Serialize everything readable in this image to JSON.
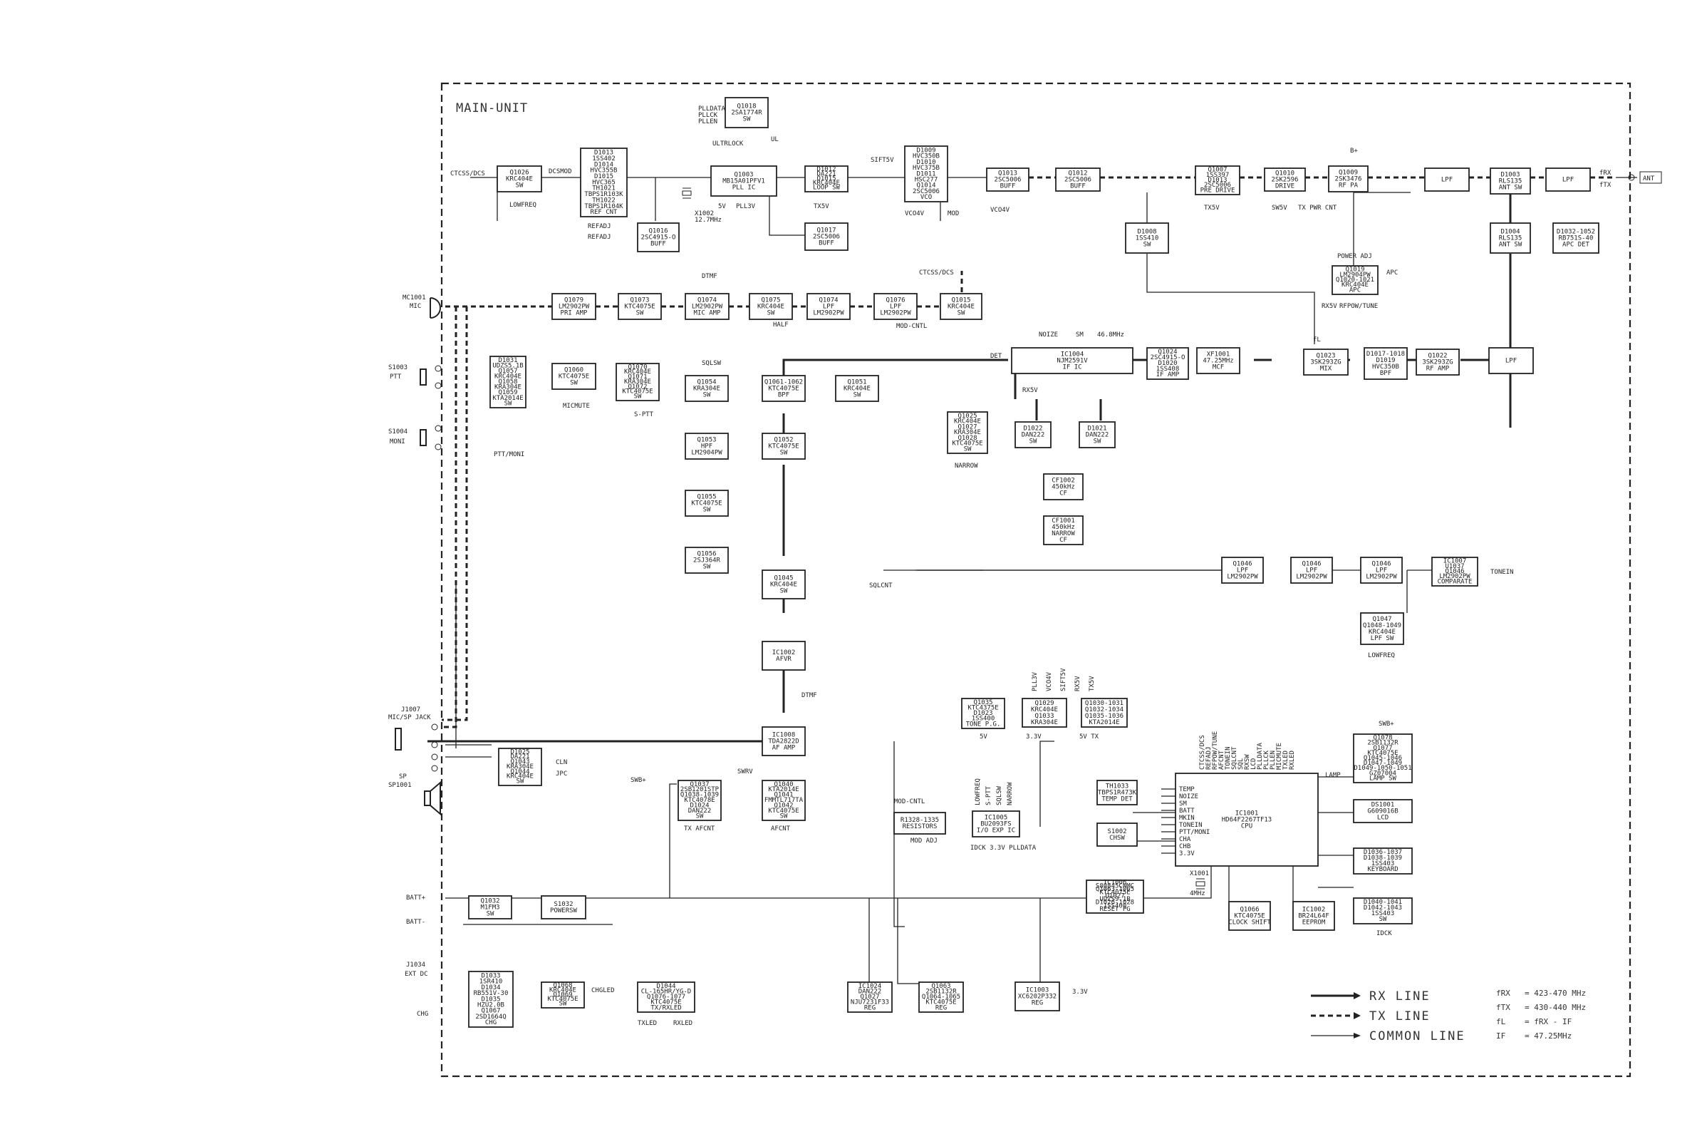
{
  "title": "MAIN-UNIT",
  "blocks": [
    {
      "id": "q1026",
      "lines": [
        "Q1026",
        "KRC404E",
        "SW"
      ]
    },
    {
      "id": "d1013",
      "lines": [
        "D1013",
        "1SS402",
        "D1014",
        "HVC355B",
        "D1015",
        "HVC365",
        "TH1021",
        "TBPS1R103K",
        "TH1022",
        "TBPS1R104K",
        "REF CNT"
      ]
    },
    {
      "id": "q1018",
      "lines": [
        "Q1018",
        "2SA1774R",
        "SW"
      ]
    },
    {
      "id": "q1003",
      "lines": [
        "Q1003",
        "MB15A01PFV1",
        "PLL IC"
      ]
    },
    {
      "id": "d1012",
      "lines": [
        "D1012",
        "DA221",
        "Q1015",
        "KRC404E",
        "LOOP SW"
      ]
    },
    {
      "id": "d1009",
      "lines": [
        "D1009",
        "HVC350B",
        "D1010",
        "HVC375B",
        "D1011",
        "HSC277",
        "Q1014",
        "2SC5006",
        "VCO"
      ]
    },
    {
      "id": "q1013",
      "lines": [
        "Q1013",
        "2SC5006",
        "BUFF"
      ]
    },
    {
      "id": "q1012",
      "lines": [
        "Q1012",
        "2SC5006",
        "BUFF"
      ]
    },
    {
      "id": "q1007",
      "lines": [
        "Q1007",
        "1SS397",
        "D1013",
        "2SC5006",
        "PRE DRIVE"
      ]
    },
    {
      "id": "q1010",
      "lines": [
        "Q1010",
        "2SK2596",
        "DRIVE"
      ]
    },
    {
      "id": "q1009",
      "lines": [
        "Q1009",
        "2SK3476",
        "RF PA"
      ]
    },
    {
      "id": "lpf_tx",
      "lines": [
        "LPF"
      ]
    },
    {
      "id": "d1003",
      "lines": [
        "D1003",
        "RLS135",
        "ANT SW"
      ]
    },
    {
      "id": "lpf_ant",
      "lines": [
        "LPF"
      ]
    },
    {
      "id": "q1016",
      "lines": [
        "Q1016",
        "2SC4915-O",
        "BUFF"
      ]
    },
    {
      "id": "q1017",
      "lines": [
        "Q1017",
        "2SC5006",
        "BUFF"
      ]
    },
    {
      "id": "d1008",
      "lines": [
        "D1008",
        "1SS410",
        "SW"
      ]
    },
    {
      "id": "d1004",
      "lines": [
        "D1004",
        "RLS135",
        "ANT SW"
      ]
    },
    {
      "id": "d1032",
      "lines": [
        "D1032-1052",
        "RB751S-40",
        "APC DET"
      ]
    },
    {
      "id": "q1019",
      "lines": [
        "Q1019",
        "LM2904PW",
        "Q1020-1021",
        "KRC404E",
        "APC"
      ]
    },
    {
      "id": "q1079",
      "lines": [
        "Q1079",
        "LM2902PW",
        "PRI AMP"
      ]
    },
    {
      "id": "q1073",
      "lines": [
        "Q1073",
        "KTC4075E",
        "SW"
      ]
    },
    {
      "id": "q1074a",
      "lines": [
        "Q1074",
        "LM2902PW",
        "MIC AMP"
      ]
    },
    {
      "id": "q1075",
      "lines": [
        "Q1075",
        "KRC404E",
        "SW"
      ]
    },
    {
      "id": "q1074b",
      "lines": [
        "Q1074",
        "LPF",
        "LM2902PW"
      ]
    },
    {
      "id": "q1076",
      "lines": [
        "Q1076",
        "LPF",
        "LM2902PW"
      ]
    },
    {
      "id": "q1015",
      "lines": [
        "Q1015",
        "KRC404E",
        "SW"
      ]
    },
    {
      "id": "d1031",
      "lines": [
        "D1031",
        "UDZS5.1B",
        "Q1057",
        "KRC404E",
        "Q1058",
        "KRA304E",
        "Q1059",
        "KTA2014E",
        "SW"
      ]
    },
    {
      "id": "q1060",
      "lines": [
        "Q1060",
        "KTC4075E",
        "SW"
      ]
    },
    {
      "id": "q1070",
      "lines": [
        "Q1070",
        "KRC404E",
        "Q1071",
        "KRA304E",
        "Q1072",
        "KTC4075E",
        "SW"
      ]
    },
    {
      "id": "q1054",
      "lines": [
        "Q1054",
        "KRA304E",
        "SW"
      ]
    },
    {
      "id": "q1061",
      "lines": [
        "Q1061-1062",
        "KTC4075E",
        "BPF"
      ]
    },
    {
      "id": "q1051",
      "lines": [
        "Q1051",
        "KRC404E",
        "SW"
      ]
    },
    {
      "id": "q1053",
      "lines": [
        "Q1053",
        "HPF",
        "LM2904PW"
      ]
    },
    {
      "id": "q1052",
      "lines": [
        "Q1052",
        "KTC4075E",
        "SW"
      ]
    },
    {
      "id": "q1055",
      "lines": [
        "Q1055",
        "KTC4075E",
        "SW"
      ]
    },
    {
      "id": "q1056",
      "lines": [
        "Q1056",
        "2SJ364R",
        "SW"
      ]
    },
    {
      "id": "q1045",
      "lines": [
        "Q1045",
        "KRC404E",
        "SW"
      ]
    },
    {
      "id": "ic1002",
      "lines": [
        "IC1002",
        "AFVR"
      ]
    },
    {
      "id": "ic1008",
      "lines": [
        "IC1008",
        "TDA2822D",
        "AF AMP"
      ]
    },
    {
      "id": "d1025",
      "lines": [
        "D1025",
        "DA221",
        "Q1043",
        "KRA304E",
        "Q1044",
        "KRC404E",
        "SW"
      ]
    },
    {
      "id": "q1037",
      "lines": [
        "Q1037",
        "2SB1201STP",
        "Q1038-1039",
        "KTC4078E",
        "D1024",
        "DAN222",
        "SW"
      ]
    },
    {
      "id": "q1040",
      "lines": [
        "Q1040",
        "KTA2014E",
        "Q1041",
        "FMMTL717TA",
        "Q1042",
        "KTC4075E",
        "SW"
      ]
    },
    {
      "id": "ic1004",
      "lines": [
        "IC1004",
        "NJM2591V",
        "IF IC"
      ]
    },
    {
      "id": "q1024",
      "lines": [
        "Q1024",
        "2SC4915-O",
        "D1020",
        "1SS408",
        "IF AMP"
      ]
    },
    {
      "id": "xf1001",
      "lines": [
        "XF1001",
        "47.25MHz",
        "MCF"
      ]
    },
    {
      "id": "q1023",
      "lines": [
        "Q1023",
        "3SK293ZG",
        "MIX"
      ]
    },
    {
      "id": "d1017",
      "lines": [
        "D1017-1018",
        "D1019",
        "HVC350B",
        "BPF"
      ]
    },
    {
      "id": "q1022",
      "lines": [
        "Q1022",
        "3SK293ZG",
        "RF AMP"
      ]
    },
    {
      "id": "lpf_rx",
      "lines": [
        "LPF"
      ]
    },
    {
      "id": "q1025",
      "lines": [
        "Q1025",
        "KRC404E",
        "Q1027",
        "KRA304E",
        "Q1028",
        "KTC4075E",
        "SW"
      ]
    },
    {
      "id": "d1022",
      "lines": [
        "D1022",
        "DAN222",
        "SW"
      ]
    },
    {
      "id": "d1021",
      "lines": [
        "D1021",
        "DAN222",
        "SW"
      ]
    },
    {
      "id": "cf1002",
      "lines": [
        "CF1002",
        "450kHz",
        "CF"
      ]
    },
    {
      "id": "cf1001",
      "lines": [
        "CF1001",
        "450kHz",
        "NARROW",
        "CF"
      ]
    },
    {
      "id": "q1046a",
      "lines": [
        "Q1046",
        "LPF",
        "LM2902PW"
      ]
    },
    {
      "id": "q1046b",
      "lines": [
        "Q1046",
        "LPF",
        "LM2902PW"
      ]
    },
    {
      "id": "q1046c",
      "lines": [
        "Q1046",
        "LPF",
        "LM2902PW"
      ]
    },
    {
      "id": "ic1007",
      "lines": [
        "IC1007",
        "U1037",
        "Q1046",
        "LM2902PW",
        "COMPARATE"
      ]
    },
    {
      "id": "q1047",
      "lines": [
        "Q1047",
        "Q1048-1049",
        "KRC404E",
        "LPF SW"
      ]
    },
    {
      "id": "q1035",
      "lines": [
        "Q1035",
        "KTC4375E",
        "D1023",
        "1SS400",
        "TONE P.G."
      ]
    },
    {
      "id": "q1029",
      "lines": [
        "Q1029",
        "KRC404E",
        "Q1033",
        "KRA304E"
      ]
    },
    {
      "id": "q1030",
      "lines": [
        "Q1030-1031",
        "Q1032-1034",
        "Q1035-1036",
        "KTA2014E"
      ]
    },
    {
      "id": "r1328",
      "lines": [
        "R1328-1335",
        "RESISTORS"
      ]
    },
    {
      "id": "ic1005",
      "lines": [
        "IC1005",
        "BU2093FS",
        "I/O EXP IC"
      ]
    },
    {
      "id": "th1033",
      "lines": [
        "TH1033",
        "TBPS1R473K",
        "TEMP DET"
      ]
    },
    {
      "id": "s1002",
      "lines": [
        "S1002",
        "CHSW"
      ]
    },
    {
      "id": "ic1001",
      "lines": [
        "IC1001",
        "HD64F2267TF13",
        "CPU"
      ]
    },
    {
      "id": "q1078",
      "lines": [
        "Q1078",
        "2SB1132R",
        "Q1077",
        "KTC4075E",
        "Q1045-1046",
        "D1047-1049",
        "D1049-1050-1051",
        "GZ07004",
        "LAMP SW"
      ]
    },
    {
      "id": "ds1001",
      "lines": [
        "DS1001",
        "G609016B",
        "LCD"
      ]
    },
    {
      "id": "d1036",
      "lines": [
        "D1036-1037",
        "D1038-1039",
        "1SS403",
        "KEYBOARD"
      ]
    },
    {
      "id": "d1040",
      "lines": [
        "D1040-1041",
        "D1042-1043",
        "1SS403",
        "SW"
      ]
    },
    {
      "id": "ic1006",
      "lines": [
        "IC1006",
        "S80845CNMC",
        "Q1063-1065",
        "KTC4075E",
        "Q1027",
        "UDZS9.1B",
        "D1026-1028",
        "1SS400",
        "RESET PG"
      ]
    },
    {
      "id": "q1066",
      "lines": [
        "Q1066",
        "KTC4075E",
        "CLOCK SHIFT"
      ]
    },
    {
      "id": "ic1002b",
      "lines": [
        "IC1002",
        "BR24L64F",
        "EEPROM"
      ]
    },
    {
      "id": "q1032",
      "lines": [
        "Q1032",
        "M1FM3",
        "SW"
      ]
    },
    {
      "id": "s1032",
      "lines": [
        "S1032",
        "POWERSW"
      ]
    },
    {
      "id": "d1033",
      "lines": [
        "D1033",
        "1SR410",
        "D1034",
        "RB551V-30",
        "D1035",
        "HZU2.0B",
        "Q1067",
        "2SD1664Q",
        "CHG"
      ]
    },
    {
      "id": "q1068",
      "lines": [
        "Q1068",
        "KRC404E",
        "Q1069",
        "KTC4075E",
        "SW"
      ]
    },
    {
      "id": "d1044",
      "lines": [
        "D1044",
        "CL-165HR/YG-D",
        "Q1076-1077",
        "KTC4075E",
        "TX/RXLED"
      ]
    },
    {
      "id": "ic1024",
      "lines": [
        "IC1024",
        "DAN222",
        "Q1027",
        "NJU7231F33",
        "REG"
      ]
    },
    {
      "id": "q1063",
      "lines": [
        "Q1063",
        "2SB1132R",
        "Q1064-1065",
        "KTC4075E",
        "REG"
      ]
    },
    {
      "id": "ic1003",
      "lines": [
        "IC1003",
        "XC6202P332",
        "REG"
      ]
    }
  ],
  "labels": {
    "ctcss_dcs": "CTCSS/DCS",
    "dcsmod": "DCSMOD",
    "lowfreq": "LOWFREQ",
    "refadj": "REFADJ",
    "refadj2": "REFADJ",
    "plldata": "PLLDATA",
    "pllck": "PLLCK",
    "pllen": "PLLEN",
    "ul": "UL",
    "ultrlock": "ULTRLOCK",
    "v5": "5V",
    "pll3v": "PLL3V",
    "x1002": "X1002",
    "x1002f": "12.7MHz",
    "txsv": "TX5V",
    "sift": "SIFT5V",
    "vco4v": "VCO4V",
    "vco4v2": "VCO4V",
    "mod": "MOD",
    "b_plus": "B+",
    "tx": "TX5V",
    "sw5v": "SW5V",
    "tx_pwr_cnt": "TX PWR CNT",
    "power_adj": "POWER ADJ",
    "apc": "APC",
    "rx5v": "RX5V",
    "rfpow_tune": "RFPOW/TUNE",
    "ant": "ANT",
    "f_rx": "fRX",
    "f_tx": "fTX",
    "f_l": "fL",
    "f46": "46.8MHz",
    "dtmf": "DTMF",
    "dtmf2": "DTMF",
    "ctcss_dcs2": "CTCSS/DCS",
    "half": "HALF",
    "mod_cntl": "MOD-CNTL",
    "mod_cntl2": "MOD-CNTL",
    "mic": "MIC",
    "mc1001": "MC1001",
    "s1003": "S1003",
    "ptt": "PTT",
    "s1004": "S1004",
    "moni": "MONI",
    "micmute": "MICMUTE",
    "s_ptt": "S-PTT",
    "ptt_moni": "PTT/MONI",
    "sqlsw": "SQLSW",
    "sqlcnt": "SQLCNT",
    "det": "DET",
    "noize": "NOIZE",
    "sm": "SM",
    "narrow": "NARROW",
    "rx5v2": "RX5V",
    "tonein": "TONEIN",
    "lowfreq2": "LOWFREQ",
    "j1007": "J1007",
    "mic_sp_jack": "MIC/SP JACK",
    "sp": "SP",
    "sp1001": "SP1001",
    "cln": "CLN",
    "jpc": "JPC",
    "swb": "SWB+",
    "swrv": "SWRV",
    "tx_afcnt": "TX   AFCNT",
    "afcnt": "AFCNT",
    "batt_plus": "BATT+",
    "batt_minus": "BATT-",
    "j1034": "J1034",
    "ext_dc": "EXT DC",
    "chg": "CHG",
    "chgled": "CHGLED",
    "txled": "TXLED",
    "rxled": "RXLED",
    "swb2": "SWB+",
    "lamp": "LAMP",
    "v33": "3.3V",
    "idck": "IDCK  3.3V PLLDATA",
    "x1001": "X1001",
    "x1001f": "4MHz",
    "idck2": "IDCK",
    "mod_adj": "MOD ADJ",
    "v5b": "5V",
    "v5c": "5V   TX",
    "v33b": "3.3V"
  },
  "cpu_pins": [
    "TEMP",
    "NOIZE",
    "SM",
    "BATT",
    "MKIN",
    "TONEIN",
    "PTT/MONI",
    "CHA",
    "CHB",
    "3.3V"
  ],
  "cpu_top": [
    "CTCSS/DCS",
    "REFADJ",
    "RFPOW/TUNE",
    "AFCNT",
    "TONEIN",
    "SQLCNT",
    "SQL",
    "RXSW",
    "LCD",
    "PLLDATA",
    "PLLCK",
    "PLLEN",
    "MICMUTE",
    "TXLED",
    "RXLED"
  ],
  "io_pins": [
    "LOWFREQ",
    "S-PTT",
    "SQLSW",
    "NARROW"
  ],
  "reg_outputs": [
    "PLL3V",
    "VCO4V",
    "SIFT5V",
    "RX5V",
    "TX5V"
  ],
  "legend": {
    "rx": "RX LINE",
    "tx": "TX LINE",
    "common": "COMMON LINE",
    "frx_label": "fRX",
    "frx_val": "=  423-470 MHz",
    "ftx_label": "fTX",
    "ftx_val": "=  430-440 MHz",
    "fl_label": "fL",
    "fl_val": "=  fRX - IF",
    "if_label": "IF",
    "if_val": "=  47.25MHz"
  }
}
